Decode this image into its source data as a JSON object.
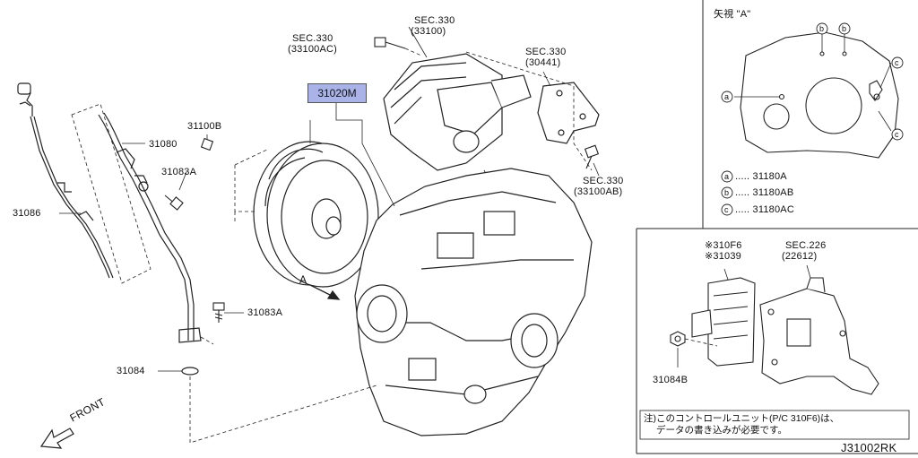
{
  "parts": {
    "torque_converter": "31020M",
    "cooler_sec_top": "SEC.330",
    "cooler_sec_top_code": "(33100)",
    "sec_330_ac": "SEC.330",
    "sec_330_ac_code": "(33100AC)",
    "sec_330_441": "SEC.330",
    "sec_330_441_code": "(30441)",
    "sec_330_ab": "SEC.330",
    "sec_330_ab_code": "(33100AB)",
    "bolt_100b": "31100B",
    "tube_080": "31080",
    "bolt_083a_top": "31083A",
    "gauge_086": "31086",
    "bolt_083a_bottom": "31083A",
    "oring_084": "31084",
    "arrow_a": "A",
    "front": "FRONT"
  },
  "view_a": {
    "title": "矢視 \"A\"",
    "mark_a": "a",
    "mark_b": "b",
    "mark_c": "c",
    "legend": [
      {
        "mark": "a",
        "text": "..... 31180A"
      },
      {
        "mark": "b",
        "text": "..... 31180AB"
      },
      {
        "mark": "c",
        "text": "..... 31180AC"
      }
    ]
  },
  "control_unit": {
    "part_1": "※310F6",
    "part_2": "※31039",
    "sec": "SEC.226",
    "sec_code": "(22612)",
    "nut": "31084B",
    "note_line1": "注)このコントロールユニット(P/C 310F6)は、",
    "note_line2": "データの書き込みが必要です。"
  },
  "diagram_code": "J31002RK",
  "colors": {
    "line": "#222222",
    "highlight": "#a9b3e8"
  }
}
